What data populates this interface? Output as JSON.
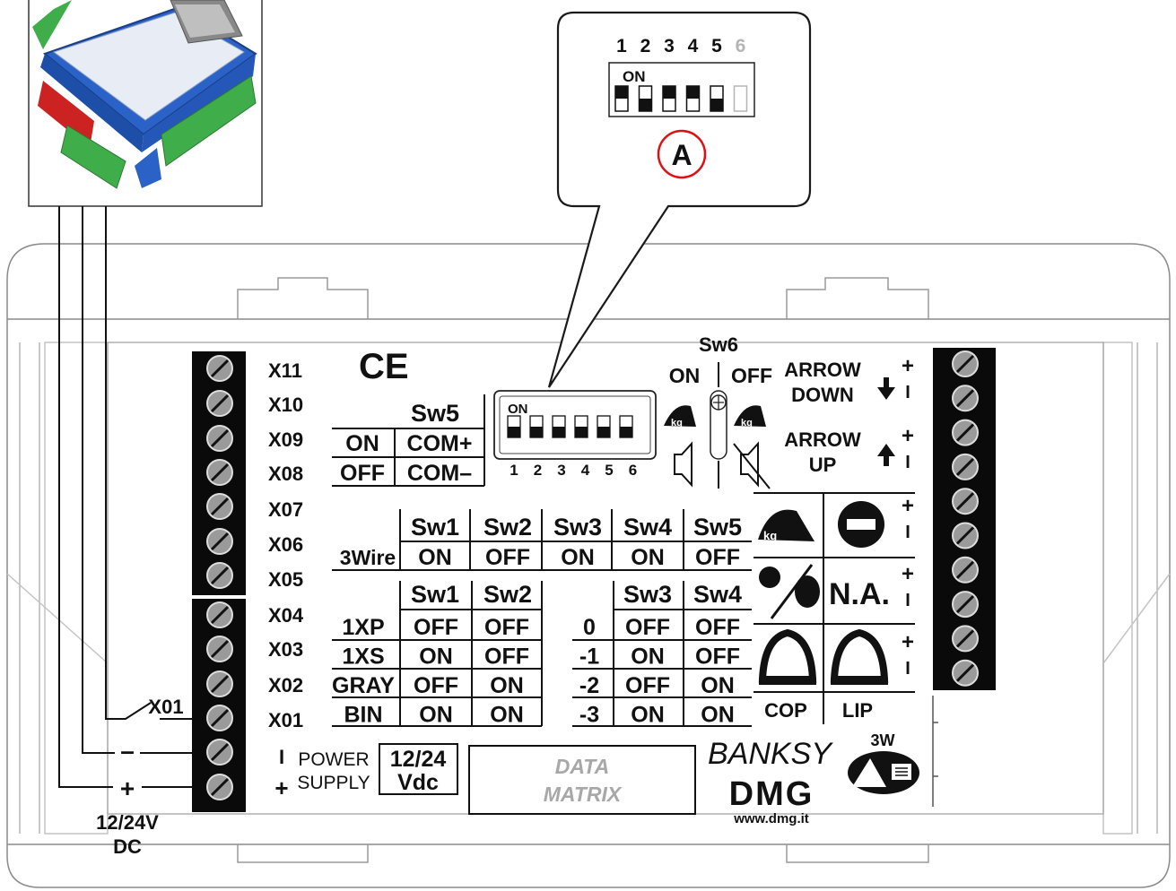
{
  "callout": {
    "numbers": [
      "1",
      "2",
      "3",
      "4",
      "5",
      "6"
    ],
    "on_label": "ON",
    "marker": "A"
  },
  "ce_mark": "CE",
  "left_terminals": {
    "labels": [
      "X11",
      "X10",
      "X09",
      "X08",
      "X07",
      "X06",
      "X05",
      "X04",
      "X03",
      "X02",
      "X01"
    ]
  },
  "sw5_table": {
    "header": "Sw5",
    "rows": [
      {
        "state": "ON",
        "function": "COM+"
      },
      {
        "state": "OFF",
        "function": "COM–"
      }
    ]
  },
  "dip_switch": {
    "on_label": "ON",
    "numbers": [
      "1",
      "2",
      "3",
      "4",
      "5",
      "6"
    ]
  },
  "sw6": {
    "title": "Sw6",
    "on": "ON",
    "off": "OFF"
  },
  "three_wire": {
    "row_label": "3Wire",
    "headers": [
      "Sw1",
      "Sw2",
      "Sw3",
      "Sw4",
      "Sw5"
    ],
    "values": [
      "ON",
      "OFF",
      "ON",
      "ON",
      "OFF"
    ]
  },
  "code_table": {
    "headers": [
      "Sw1",
      "Sw2"
    ],
    "rows": [
      {
        "label": "1XP",
        "sw1": "OFF",
        "sw2": "OFF"
      },
      {
        "label": "1XS",
        "sw1": "ON",
        "sw2": "OFF"
      },
      {
        "label": "GRAY",
        "sw1": "OFF",
        "sw2": "ON"
      },
      {
        "label": "BIN",
        "sw1": "ON",
        "sw2": "ON"
      }
    ]
  },
  "offset_table": {
    "headers": [
      "Sw3",
      "Sw4"
    ],
    "rows": [
      {
        "label": "0",
        "sw3": "OFF",
        "sw4": "OFF"
      },
      {
        "label": "-1",
        "sw3": "ON",
        "sw4": "OFF"
      },
      {
        "label": "-2",
        "sw3": "OFF",
        "sw4": "ON"
      },
      {
        "label": "-3",
        "sw3": "ON",
        "sw4": "ON"
      }
    ]
  },
  "outputs": {
    "arrow_down": [
      "ARROW",
      "DOWN"
    ],
    "arrow_up": [
      "ARROW",
      "UP"
    ],
    "na": "N.A.",
    "cop": "COP",
    "lip": "LIP",
    "plus": "+",
    "minus": "I"
  },
  "power": {
    "minus_sign": "I",
    "plus_sign": "+",
    "label_line1": "POWER",
    "label_line2": "SUPPLY",
    "voltage_line1": "12/24",
    "voltage_line2": "Vdc"
  },
  "data_matrix": [
    "DATA",
    "MATRIX"
  ],
  "branding": {
    "banksy": "BANKSY",
    "dmg": "DMG",
    "url": "www.dmg.it",
    "three_w": "3W"
  },
  "wiring": {
    "switch_label": "X01",
    "minus": "–",
    "plus": "+",
    "supply_line1": "12/24V",
    "supply_line2": "DC"
  }
}
